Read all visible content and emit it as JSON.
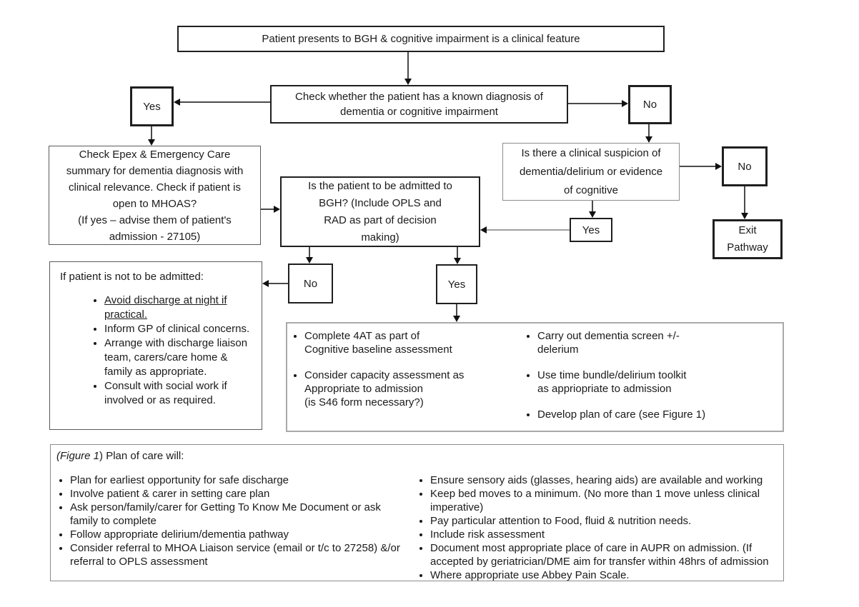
{
  "nodes": {
    "start": "Patient presents to BGH & cognitive impairment is a clinical feature",
    "check_diagnosis": "Check whether the patient has a known diagnosis of\ndementia or cognitive impairment",
    "yes_top": "Yes",
    "no_top": "No",
    "check_epex": "Check Epex & Emergency Care\nsummary for dementia diagnosis with\nclinical relevance. Check if patient is\nopen to MHOAS?\n(If yes – advise them of patient's\nadmission - 27105)",
    "clinical_suspicion": "Is there a clinical suspicion of\ndementia/delirium or evidence\nof cognitive",
    "no_suspicion": "No",
    "exit_pathway": "Exit\nPathway",
    "yes_suspicion": "Yes",
    "admit_question": "Is the patient to be admitted to\nBGH? (Include OPLS and\nRAD as part of decision\nmaking)",
    "no_admit": "No",
    "yes_admit": "Yes",
    "not_admitted": {
      "title": "If patient is not to be admitted:",
      "bullets": [
        "Avoid discharge at night if practical.",
        "Inform GP of clinical concerns.",
        "Arrange with discharge liaison team, carers/care home & family as appropriate.",
        "Consult with social work if involved or as required."
      ]
    },
    "admitted_actions": {
      "left": [
        "Complete 4AT as part of\nCognitive baseline assessment",
        "Consider capacity assessment as\nAppropriate to admission\n(is S46 form necessary?)"
      ],
      "right": [
        "Carry out dementia screen +/-\ndelerium",
        "Use time bundle/delirium toolkit\nas appriopriate to admission",
        "Develop plan of care (see Figure 1)"
      ]
    },
    "figure1": {
      "title_italic": "(Figure 1",
      "title_rest": ") Plan of care will:",
      "left": [
        "Plan for earliest opportunity for safe discharge",
        "Involve patient & carer in setting care plan",
        "Ask person/family/carer for Getting To Know Me Document or ask family to complete",
        "Follow appropriate delirium/dementia pathway",
        "Consider referral to MHOA Liaison service (email or t/c to 27258) &/or referral to OPLS assessment"
      ],
      "right": [
        "Ensure sensory aids (glasses, hearing aids) are available and working",
        "Keep bed moves to a minimum. (No more than 1 move unless clinical imperative)",
        "Pay particular attention to Food, fluid & nutrition needs.",
        "Include risk assessment",
        "Document most appropriate place of care in AUPR on admission. (If accepted by geriatrician/DME aim for transfer within 48hrs of admission",
        "Where appropriate use Abbey Pain Scale."
      ]
    }
  },
  "colors": {
    "background": "#ffffff",
    "text": "#1a1a1a",
    "box_border_dark": "#1f1f1f",
    "box_border_gray": "#8c8c8c",
    "connector": "#4a4a4a"
  }
}
